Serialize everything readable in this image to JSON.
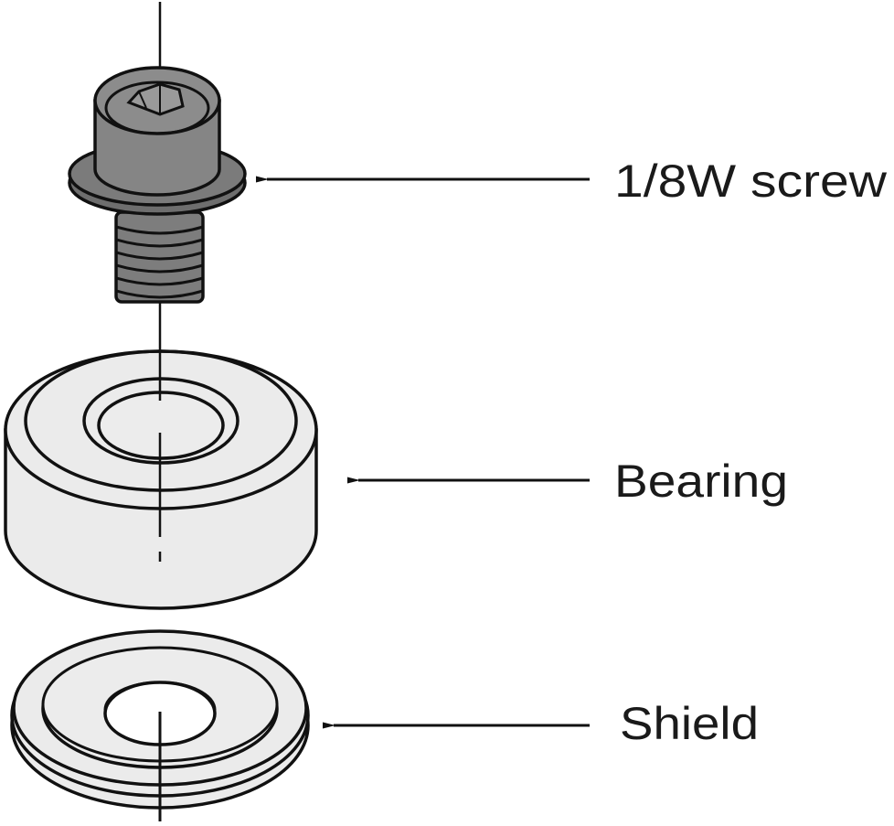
{
  "diagram": {
    "type": "exploded-assembly",
    "colors": {
      "background": "#ffffff",
      "line": "#111111",
      "screw_fill": "#8c8c8c",
      "screw_dark": "#6e6e6e",
      "part_fill": "#ebebeb",
      "text": "#1a1a1a"
    },
    "parts": [
      {
        "id": "screw",
        "label": "1/8W screw"
      },
      {
        "id": "bearing",
        "label": "Bearing"
      },
      {
        "id": "shield",
        "label": "Shield"
      }
    ]
  }
}
